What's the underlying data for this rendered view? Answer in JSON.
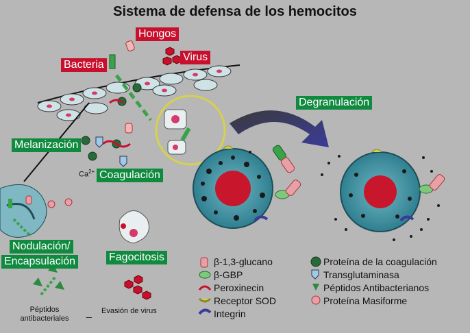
{
  "title": "Sistema de defensa de los hemocitos",
  "labels": {
    "hongos": "Hongos",
    "virus": "Virus",
    "bacteria": "Bacteria",
    "degranulacion": "Degranulación",
    "melanizacion": "Melanización",
    "ca": "Ca",
    "ca_sup": "2+",
    "coagulacion": "Coagulación",
    "nodulacion_1": "Nodulación/",
    "nodulacion_2": "Encapsulación",
    "fagocitosis": "Fagocitosis",
    "peptidos_1": "Péptidos",
    "peptidos_2": "antibacteriales",
    "dash": "_",
    "evasion": "Evasión de virus"
  },
  "legend_left": [
    {
      "icon": "beta-glucan-icon",
      "label": "β-1,3-glucano"
    },
    {
      "icon": "beta-gbp-icon",
      "label": "β-GBP"
    },
    {
      "icon": "peroxinectin-icon",
      "label": "Peroxinecin"
    },
    {
      "icon": "sod-receptor-icon",
      "label": "Receptor SOD"
    },
    {
      "icon": "integrin-icon",
      "label": "Integrin"
    }
  ],
  "legend_right": [
    {
      "icon": "clotting-protein-icon",
      "label": "Proteína de la coagulación"
    },
    {
      "icon": "transglutaminase-icon",
      "label": "Transglutaminasa"
    },
    {
      "icon": "antibacterial-peptide-icon",
      "label": "Péptidos Antibacterianos"
    },
    {
      "icon": "masquerade-protein-icon",
      "label": "Proteína Masiforme"
    }
  ],
  "colors": {
    "label_red": "#c8102e",
    "label_green": "#0f8a3e",
    "nucleus": "#c8162c",
    "cell": "#4a98a8",
    "arrow": "#3a3a8f"
  }
}
